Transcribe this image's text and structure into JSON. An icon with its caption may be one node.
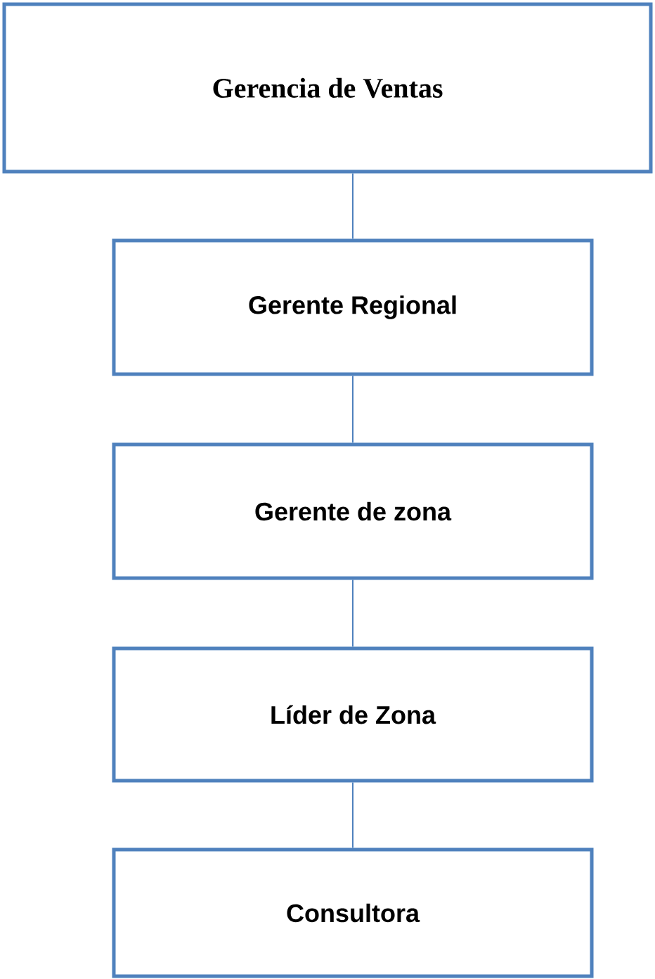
{
  "diagram": {
    "nodes": [
      {
        "text": [
          "Gerencia de Ventas"
        ]
      },
      {
        "text": [
          "Gerente  Regional"
        ]
      },
      {
        "text": [
          "Gerente de zona"
        ]
      },
      {
        "text": [
          "Líder de Zona"
        ]
      },
      {
        "text": [
          "Consultora"
        ]
      }
    ],
    "edges": [
      {
        "from": 0,
        "to": 1,
        "arrow": "none"
      },
      {
        "from": 1,
        "to": 2,
        "arrow": "none"
      },
      {
        "from": 2,
        "to": 3,
        "arrow": "none"
      },
      {
        "from": 3,
        "to": 4,
        "arrow": "none"
      }
    ]
  }
}
